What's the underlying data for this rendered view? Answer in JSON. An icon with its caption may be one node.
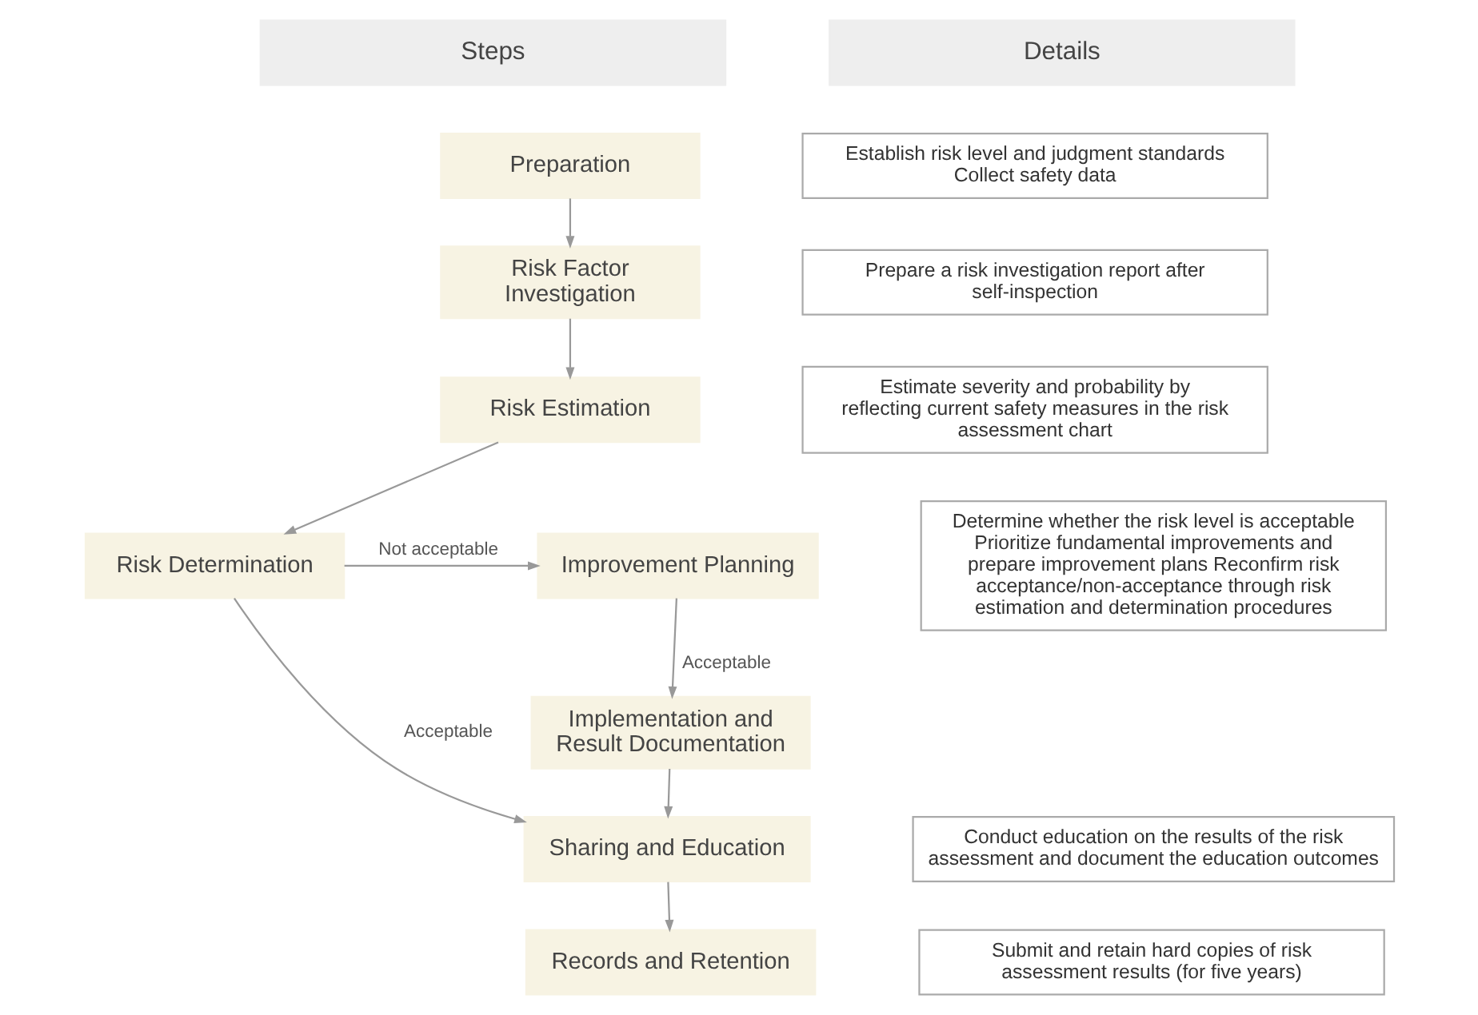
{
  "diagram": {
    "nodes": [
      {
        "text": [
          "Steps"
        ]
      },
      {
        "text": [
          "Details"
        ]
      },
      {
        "text": [
          "Preparation"
        ]
      },
      {
        "text": [
          "Establish risk level and judgment standards Collect safety data"
        ]
      },
      {
        "text": [
          "Risk Factor Investigation"
        ]
      },
      {
        "text": [
          "Prepare a risk investigation report after self-inspection"
        ]
      },
      {
        "text": [
          "Risk Estimation"
        ]
      },
      {
        "text": [
          "Estimate severity and probability by reflecting current safety measures in the risk assessment chart"
        ]
      },
      {
        "text": [
          "Risk Determination"
        ]
      },
      {
        "text": [
          "Improvement Planning"
        ]
      },
      {
        "text": [
          "Determine whether the risk level is acceptable Prioritize fundamental improvements and prepare improvement plans Reconfirm risk acceptance/non-acceptance through risk estimation and determination procedures"
        ]
      },
      {
        "text": [
          "Implementation and Result Documentation"
        ]
      },
      {
        "text": [
          "Sharing and Education"
        ]
      },
      {
        "text": [
          "Conduct education on the results of the risk assessment and document the education outcomes"
        ]
      },
      {
        "text": [
          "Records and Retention"
        ]
      },
      {
        "text": [
          "Submit and retain hard copies of risk assessment results (for five years)"
        ]
      }
    ],
    "edges": [
      {
        "from": 2,
        "to": 4,
        "arrow": "to"
      },
      {
        "from": 4,
        "to": 6,
        "arrow": "to"
      },
      {
        "from": 6,
        "to": 8,
        "arrow": "to"
      },
      {
        "from": 8,
        "to": 9,
        "arrow": "to",
        "label": "Not acceptable"
      },
      {
        "from": 9,
        "to": 11,
        "arrow": "to",
        "label": "Acceptable"
      },
      {
        "from": 8,
        "to": 12,
        "arrow": "to",
        "label": "Acceptable"
      },
      {
        "from": 11,
        "to": 12,
        "arrow": "to"
      },
      {
        "from": 12,
        "to": 14,
        "arrow": "to"
      }
    ]
  }
}
